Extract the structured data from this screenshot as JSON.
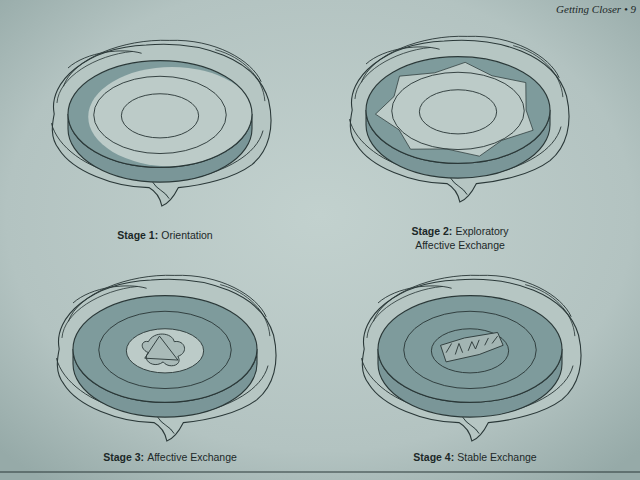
{
  "diagram": {
    "nodes": [
      {
        "text": [
          "Stage 1:",
          "Orientation"
        ]
      },
      {
        "text": [
          "Stage 2:",
          "Exploratory Affective Exchange"
        ]
      },
      {
        "text": [
          "Stage 3:",
          "Affective Exchange"
        ]
      },
      {
        "text": [
          "Stage 4:",
          "Stable Exchange"
        ]
      }
    ],
    "labels": [
      "Getting Closer • 9"
    ]
  }
}
